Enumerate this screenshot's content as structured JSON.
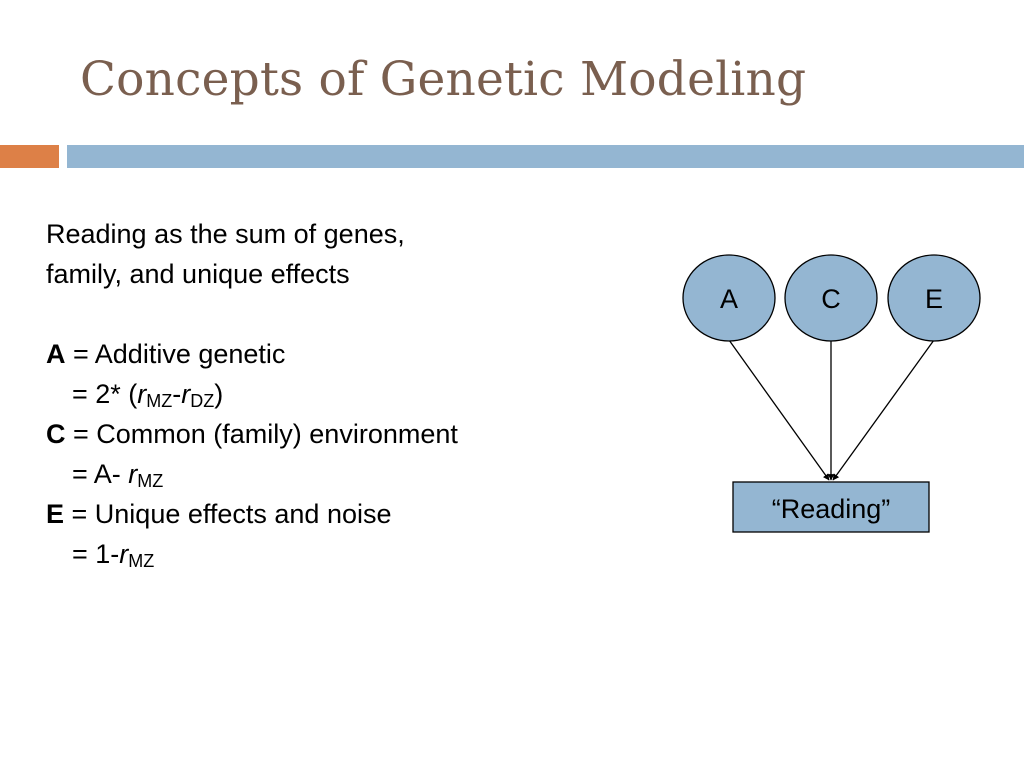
{
  "slide": {
    "title": "Concepts of Genetic Modeling"
  },
  "body": {
    "intro_line1": "Reading as the sum of genes,",
    "intro_line2": "family, and unique effects",
    "a": {
      "term": "A",
      "desc": " = Additive genetic",
      "formula_prefix": "= 2* (",
      "r1": "r",
      "sub1": "MZ",
      "dash": "-",
      "r2": "r",
      "sub2": "DZ",
      "close": ")"
    },
    "c": {
      "term": "C",
      "desc": " = Common (family) environment",
      "formula_prefix": "= A- ",
      "r": "r",
      "sub": "MZ"
    },
    "e": {
      "term": "E",
      "desc": " = Unique effects and noise",
      "formula_prefix": "= 1-",
      "r": "r",
      "sub": "MZ"
    }
  },
  "diagram": {
    "nodes": [
      {
        "label": "A"
      },
      {
        "label": "C"
      },
      {
        "label": "E"
      }
    ],
    "outcome": "“Reading”",
    "colors": {
      "fill": "#94b6d2",
      "stroke": "#000000"
    }
  }
}
